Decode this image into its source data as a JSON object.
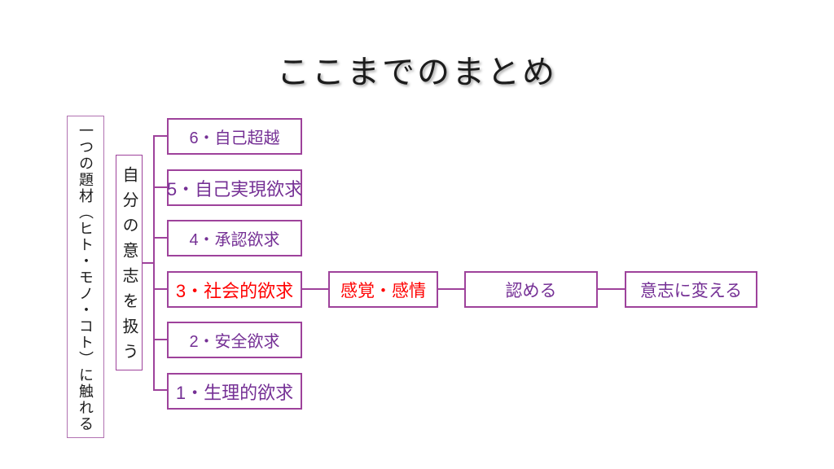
{
  "title": "ここまでのまとめ",
  "colors": {
    "border": "#9E429B",
    "border_light": "#B172B1",
    "purple": "#753095",
    "red": "#FF0000",
    "ink": "#1C1C1C"
  },
  "topic_box": {
    "label": "一つの題材（ヒト・モノ・コト）に触れる"
  },
  "will_box": {
    "label": "自分の意志を扱う"
  },
  "needs": [
    {
      "label": "6・自己超越",
      "color": "#753095"
    },
    {
      "label": "5・自己実現欲求",
      "color": "#753095"
    },
    {
      "label": "4・承認欲求",
      "color": "#753095"
    },
    {
      "label": "3・社会的欲求",
      "color": "#FF0000"
    },
    {
      "label": "2・安全欲求",
      "color": "#753095"
    },
    {
      "label": "1・生理的欲求",
      "color": "#753095"
    }
  ],
  "flow": [
    {
      "label": "感覚・感情",
      "color": "#FF0000"
    },
    {
      "label": "認める",
      "color": "#753095"
    },
    {
      "label": "意志に変える",
      "color": "#753095"
    }
  ]
}
